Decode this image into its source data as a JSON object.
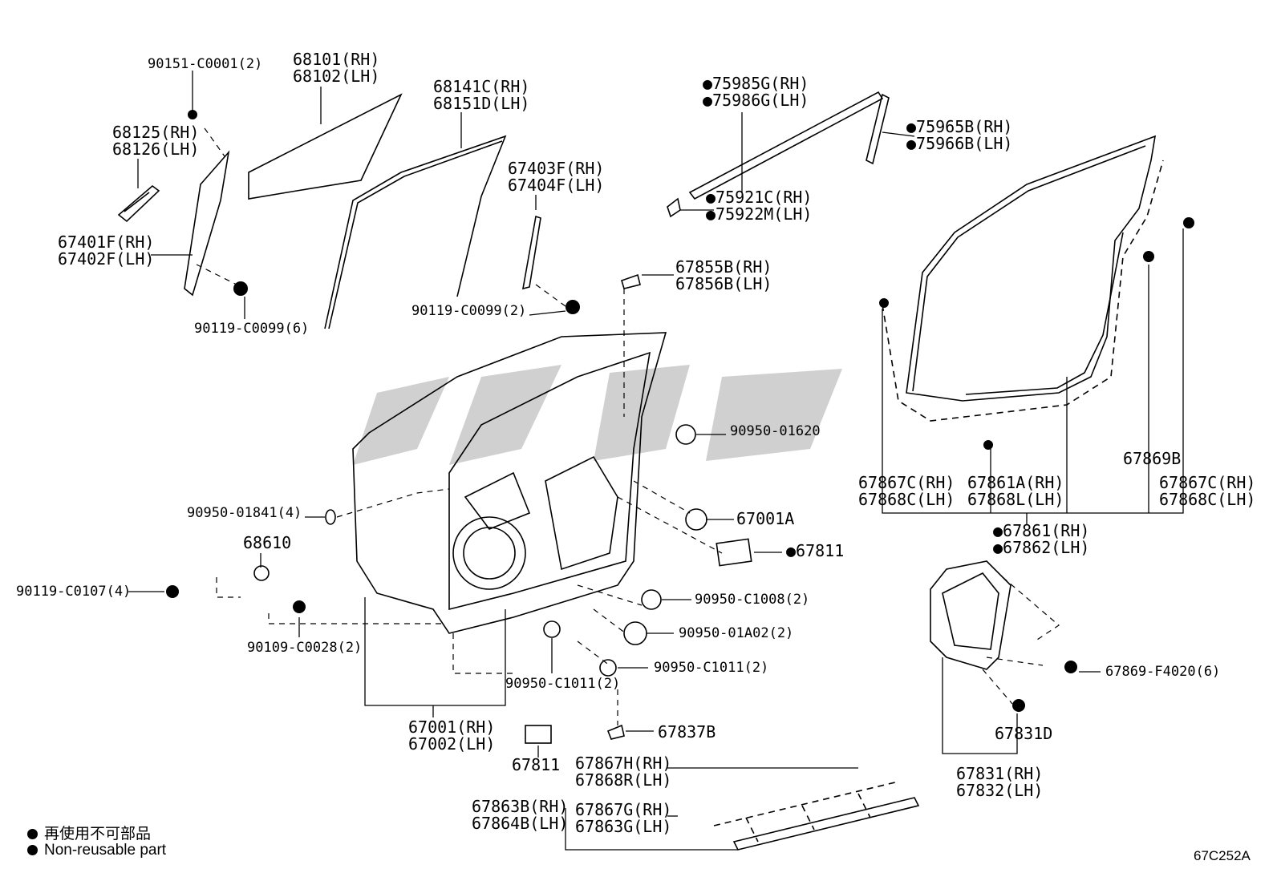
{
  "diagram_code": "67C252A",
  "legend": {
    "jp": "再使用不可部品",
    "en": "Non-reusable part"
  },
  "parts": {
    "p90151": "90151-C0001(2)",
    "p68101": [
      "68101(RH)",
      "68102(LH)"
    ],
    "p68141": [
      "68141C(RH)",
      "68151D(LH)"
    ],
    "p68125": [
      "68125(RH)",
      "68126(LH)"
    ],
    "p67401": [
      "67401F(RH)",
      "67402F(LH)"
    ],
    "p90119a": "90119-C0099(6)",
    "p67403": [
      "67403F(RH)",
      "67404F(LH)"
    ],
    "p90119b": "90119-C0099(2)",
    "p75985": [
      "●75985G(RH)",
      "●75986G(LH)"
    ],
    "p75965": [
      "●75965B(RH)",
      "●75966B(LH)"
    ],
    "p75921": [
      "●75921C(RH)",
      "●75922M(LH)"
    ],
    "p67855": [
      "67855B(RH)",
      "67856B(LH)"
    ],
    "p90950a": "90950-01620",
    "p90950b": "90950-01841(4)",
    "p67001a": "67001A",
    "p67811a": "●67811",
    "p68610": "68610",
    "p90119c": "90119-C0107(4)",
    "p90950c": "90950-C1008(2)",
    "p90109": "90109-C0028(2)",
    "p90950d": "90950-01A02(2)",
    "p90950e": "90950-C1011(2)",
    "p90950f": "90950-C1011(2)",
    "p67001": [
      "67001(RH)",
      "67002(LH)"
    ],
    "p67837": "67837B",
    "p67811b": "67811",
    "p67867h": [
      "67867H(RH)",
      "67868R(LH)"
    ],
    "p67863b": [
      "67863B(RH)",
      "67864B(LH)"
    ],
    "p67867g": [
      "67867G(RH)",
      "67863G(LH)"
    ],
    "p67867c1": [
      "67867C(RH)",
      "67868C(LH)"
    ],
    "p67861a": [
      "67861A(RH)",
      "67868L(LH)"
    ],
    "p67869b": "67869B",
    "p67867c2": [
      "67867C(RH)",
      "67868C(LH)"
    ],
    "p67861": [
      "●67861(RH)",
      "●67862(LH)"
    ],
    "p67869f": "67869-F4020(6)",
    "p67831d": "67831D",
    "p67831": [
      "67831(RH)",
      "67832(LH)"
    ]
  }
}
